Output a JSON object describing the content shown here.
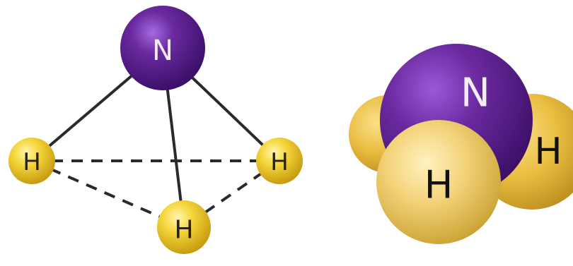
{
  "ball_and_stick": {
    "nitrogen": {
      "label": "N"
    },
    "hydrogen_left": {
      "label": "H"
    },
    "hydrogen_right": {
      "label": "H"
    },
    "hydrogen_bottom": {
      "label": "H"
    }
  },
  "space_filling": {
    "nitrogen": {
      "label": "N"
    },
    "hydrogen_front": {
      "label": "H"
    },
    "hydrogen_right": {
      "label": "H"
    }
  },
  "colors": {
    "nitrogen": "#6b2aa0",
    "hydrogen": "#f2cd3a",
    "bond": "#2a2a2a"
  }
}
